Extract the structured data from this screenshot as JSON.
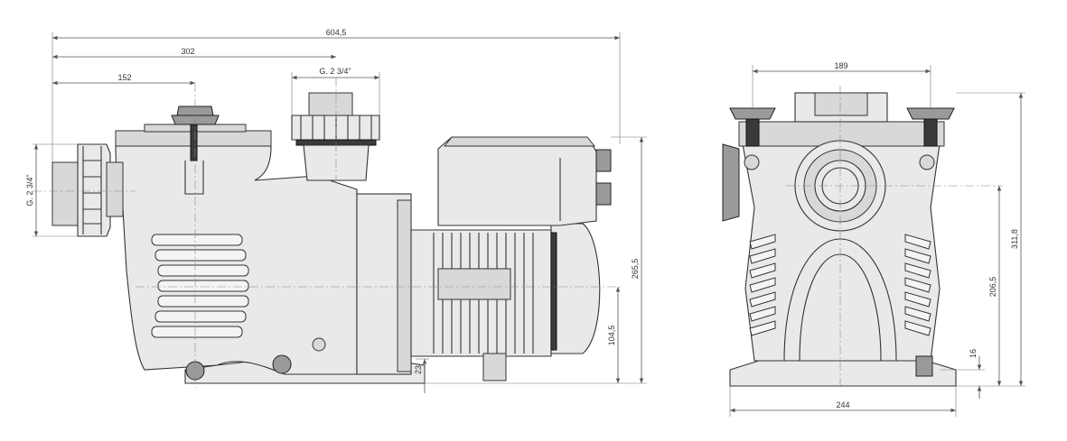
{
  "dimensions": {
    "side_view": {
      "overall_length": "604,5",
      "suction_to_outlet": "302",
      "suction_to_lid_axis": "152",
      "outlet_thread": "G. 2  3/4\"",
      "inlet_thread": "G. 2  3/4\"",
      "overall_height": "265,5",
      "shaft_height": "104,5",
      "foot_height": "23"
    },
    "front_view": {
      "lid_knob_spacing": "189",
      "total_height": "311,8",
      "inlet_height": "206,5",
      "base_thickness": "16",
      "base_width": "244"
    }
  },
  "colors": {
    "line": "#333333",
    "fill_light": "#e9e9e9",
    "fill_mid": "#d8d8d8",
    "fill_dark": "#9a9a9a",
    "background": "#ffffff"
  }
}
